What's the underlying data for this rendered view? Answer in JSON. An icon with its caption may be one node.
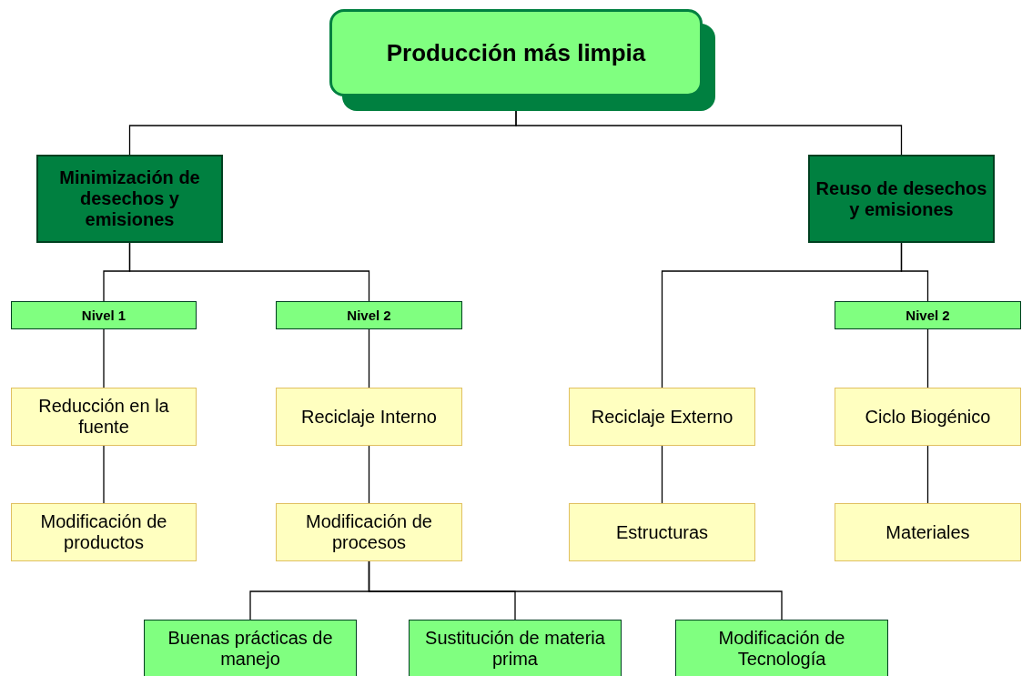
{
  "diagram": {
    "nodes": [
      {
        "text": [
          "Producción más limpia"
        ]
      },
      {
        "text": [
          "Minimización de desechos y emisiones"
        ]
      },
      {
        "text": [
          "Reuso de desechos y emisiones"
        ]
      },
      {
        "text": [
          "Nivel 1"
        ]
      },
      {
        "text": [
          "Nivel 2"
        ]
      },
      {
        "text": [
          "Nivel 2"
        ]
      },
      {
        "text": [
          "Reducción en la fuente"
        ]
      },
      {
        "text": [
          "Reciclaje Interno"
        ]
      },
      {
        "text": [
          "Reciclaje Externo"
        ]
      },
      {
        "text": [
          "Ciclo Biogénico"
        ]
      },
      {
        "text": [
          "Modificación de productos"
        ]
      },
      {
        "text": [
          "Modificación de procesos"
        ]
      },
      {
        "text": [
          "Estructuras"
        ]
      },
      {
        "text": [
          "Materiales"
        ]
      },
      {
        "text": [
          "Buenas prácticas de manejo"
        ]
      },
      {
        "text": [
          "Sustitución de materia prima"
        ]
      },
      {
        "text": [
          "Modificación de Tecnología"
        ]
      }
    ],
    "edges": [
      {
        "from": 0,
        "to": 1,
        "arrow": "none"
      },
      {
        "from": 0,
        "to": 2,
        "arrow": "none"
      },
      {
        "from": 1,
        "to": 3,
        "arrow": "none"
      },
      {
        "from": 1,
        "to": 4,
        "arrow": "none"
      },
      {
        "from": 2,
        "to": 8,
        "arrow": "none"
      },
      {
        "from": 2,
        "to": 5,
        "arrow": "none"
      },
      {
        "from": 3,
        "to": 6,
        "arrow": "none"
      },
      {
        "from": 4,
        "to": 7,
        "arrow": "none"
      },
      {
        "from": 5,
        "to": 9,
        "arrow": "none"
      },
      {
        "from": 6,
        "to": 10,
        "arrow": "none"
      },
      {
        "from": 7,
        "to": 11,
        "arrow": "none"
      },
      {
        "from": 8,
        "to": 12,
        "arrow": "none"
      },
      {
        "from": 9,
        "to": 13,
        "arrow": "none"
      },
      {
        "from": 11,
        "to": 14,
        "arrow": "none"
      },
      {
        "from": 11,
        "to": 15,
        "arrow": "none"
      },
      {
        "from": 11,
        "to": 16,
        "arrow": "none"
      }
    ]
  }
}
